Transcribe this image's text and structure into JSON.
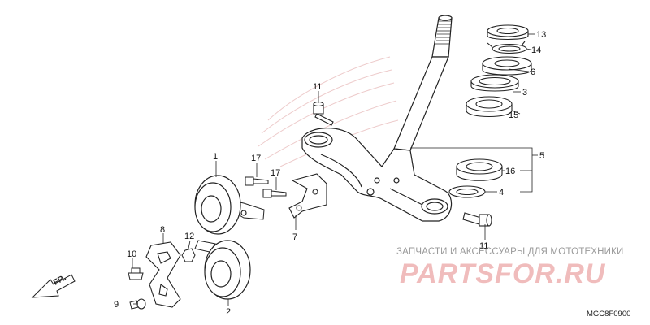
{
  "watermark": {
    "subtitle": "ЗАПЧАСТИ И АКСЕССУАРЫ ДЛЯ МОТОТЕХНИКИ",
    "logo": "PARTSFOR.RU"
  },
  "diagram_code": "MGC8F0900",
  "direction_label": "FR.",
  "callouts": [
    "1",
    "2",
    "3",
    "4",
    "5",
    "6",
    "7",
    "8",
    "9",
    "10",
    "11",
    "11",
    "12",
    "13",
    "14",
    "15",
    "16",
    "17",
    "17"
  ],
  "colors": {
    "line": "#222222",
    "watermark_red": "#f0bcbc",
    "watermark_gray": "#9a9a9a"
  }
}
